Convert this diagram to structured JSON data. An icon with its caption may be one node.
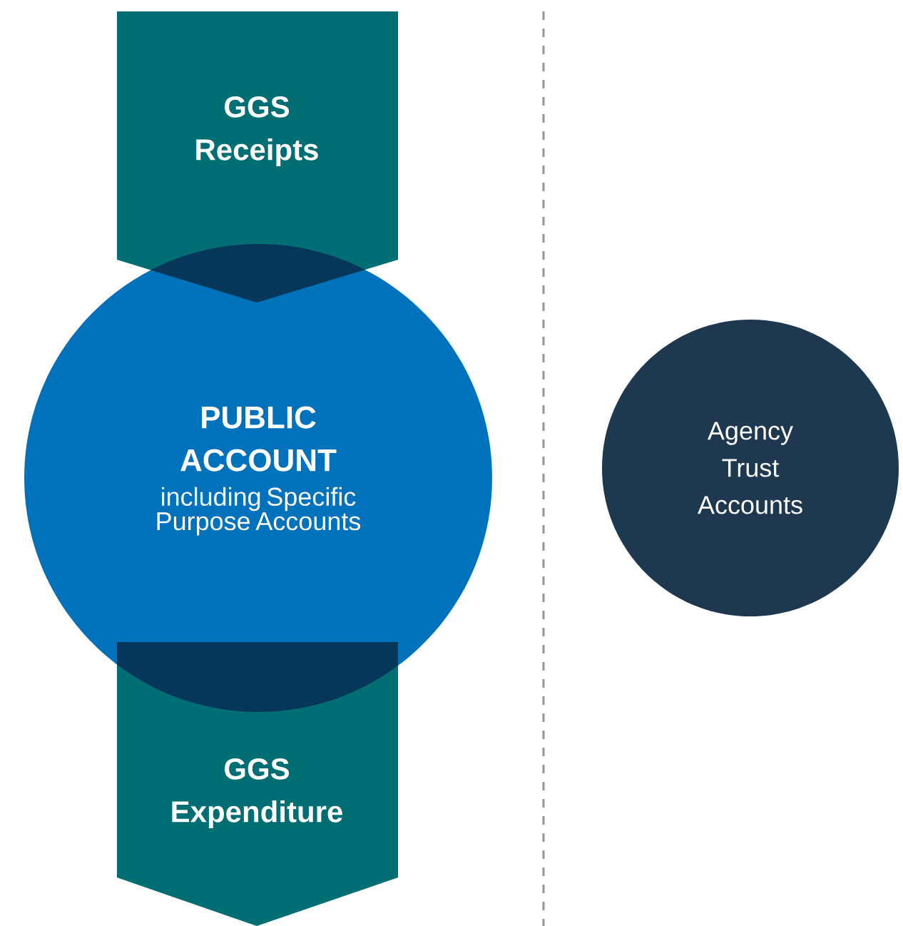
{
  "diagram": {
    "nodes": [
      {
        "text": [
          "GGS Receipts"
        ]
      },
      {
        "text": [
          "PUBLIC ACCOUNT",
          "including Specific Purpose Accounts"
        ]
      },
      {
        "text": [
          "GGS Expenditure"
        ]
      },
      {
        "text": [
          "Agency Trust Accounts"
        ]
      }
    ]
  }
}
